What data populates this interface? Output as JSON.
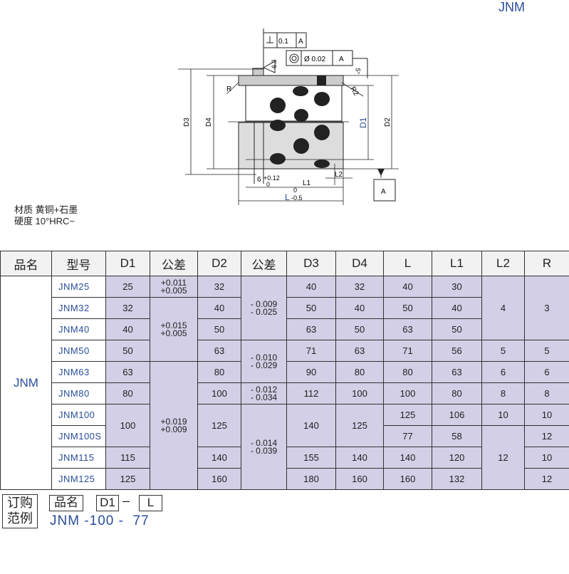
{
  "header": {
    "title": "JNM"
  },
  "drawing": {
    "perp_tol": "0.1",
    "perp_datum": "A",
    "conc_tol": "Ø 0.02",
    "conc_datum": "A",
    "roughness": "6.3",
    "angle": "5°",
    "R": "R",
    "R2": "R2",
    "D1": "D1",
    "D2": "D2",
    "D3": "D3",
    "D4": "D4",
    "groove": "6",
    "groove_tol_up": "+0.12",
    "groove_tol_lo": "0",
    "L1": "L1",
    "L2": "L2",
    "L": "L",
    "L_tol_up": "0",
    "L_tol_lo": "-0.5",
    "datum": "A"
  },
  "material": {
    "line1": "材质  黄铜+石墨",
    "line2": "硬度 10°HRC~"
  },
  "table": {
    "headers": [
      "品名",
      "型号",
      "D1",
      "公差",
      "D2",
      "公差",
      "D3",
      "D4",
      "L",
      "L1",
      "L2",
      "R"
    ],
    "product": "JNM",
    "rows": [
      {
        "model": "JNM25",
        "D1": "25",
        "D2": "32",
        "D3": "40",
        "D4": "32",
        "L": "40",
        "L1": "30"
      },
      {
        "model": "JNM32",
        "D1": "32",
        "D2": "40",
        "D3": "50",
        "D4": "40",
        "L": "50",
        "L1": "40"
      },
      {
        "model": "JNM40",
        "D1": "40",
        "D2": "50",
        "D3": "63",
        "D4": "50",
        "L": "63",
        "L1": "50"
      },
      {
        "model": "JNM50",
        "D1": "50",
        "D2": "63",
        "D3": "71",
        "D4": "63",
        "L": "71",
        "L1": "56",
        "L2": "5",
        "R": "5"
      },
      {
        "model": "JNM63",
        "D1": "63",
        "D2": "80",
        "D3": "90",
        "D4": "80",
        "L": "80",
        "L1": "63",
        "L2": "6",
        "R": "6"
      },
      {
        "model": "JNM80",
        "D1": "80",
        "D2": "100",
        "D3": "112",
        "D4": "100",
        "L": "100",
        "L1": "80",
        "L2": "8",
        "R": "8"
      },
      {
        "model": "JNM100",
        "D1": "100",
        "D2": "125",
        "D3": "140",
        "D4": "125",
        "L": "125",
        "L1": "106",
        "L2": "10",
        "R": "10"
      },
      {
        "model": "JNM100S",
        "L": "77",
        "L1": "58",
        "R": "12"
      },
      {
        "model": "JNM115",
        "D1": "115",
        "D2": "140",
        "D3": "155",
        "D4": "140",
        "L": "140",
        "L1": "120",
        "R": "10"
      },
      {
        "model": "JNM125",
        "D1": "125",
        "D2": "160",
        "D3": "180",
        "D4": "160",
        "L": "160",
        "L1": "132",
        "R": "12"
      }
    ],
    "d1_tol": [
      [
        "+0.011",
        "+0.005"
      ],
      [
        "+0.015",
        "+0.005"
      ],
      [
        "+0.019",
        "+0.009"
      ]
    ],
    "d2_tol": [
      [
        "- 0.009",
        "- 0.025"
      ],
      [
        "- 0.010",
        "- 0.029"
      ],
      [
        "- 0.012",
        "- 0.034"
      ],
      [
        "- 0.014",
        "- 0.039"
      ]
    ],
    "L2_group1": "4",
    "L2_group2": "12",
    "R_group1": "3"
  },
  "order": {
    "label1": "订购",
    "label2": "范例",
    "name": "品名",
    "d1": "D1",
    "dash": "–",
    "l": "L",
    "example": "JNM -100 -  77"
  }
}
